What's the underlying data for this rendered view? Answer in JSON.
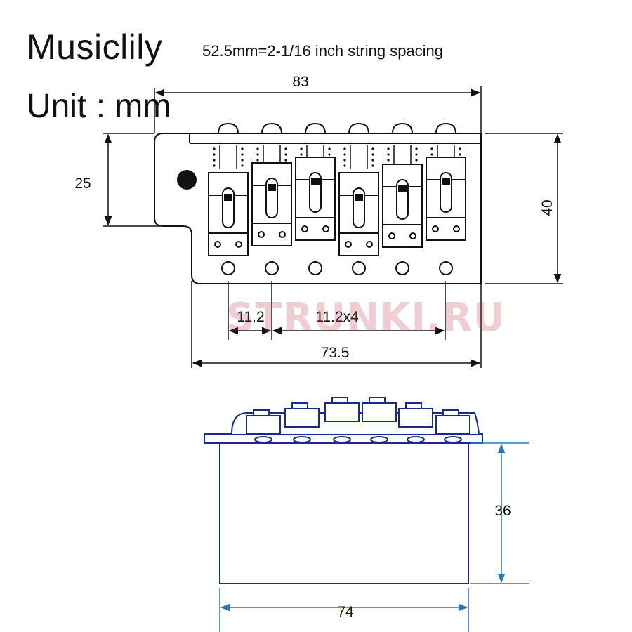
{
  "header": {
    "brand": "Musiclily",
    "unit_label": "Unit : mm",
    "spacing_note": "52.5mm=2-1/16 inch string spacing"
  },
  "watermark": "STRUNKI.RU",
  "top_view": {
    "saddle_count": 6,
    "dims": {
      "overall_width": "83",
      "height_left": "25",
      "height_right": "40",
      "first_spacing": "11.2",
      "repeat_spacing": "11.2x4",
      "hole_span": "73.5"
    }
  },
  "side_view": {
    "dims": {
      "block_height": "36",
      "block_width": "74"
    }
  },
  "colors": {
    "line": "#111111",
    "blue_line": "#1a2a8a",
    "dim_line": "#2a7ab8",
    "watermark": "#c03c50"
  }
}
